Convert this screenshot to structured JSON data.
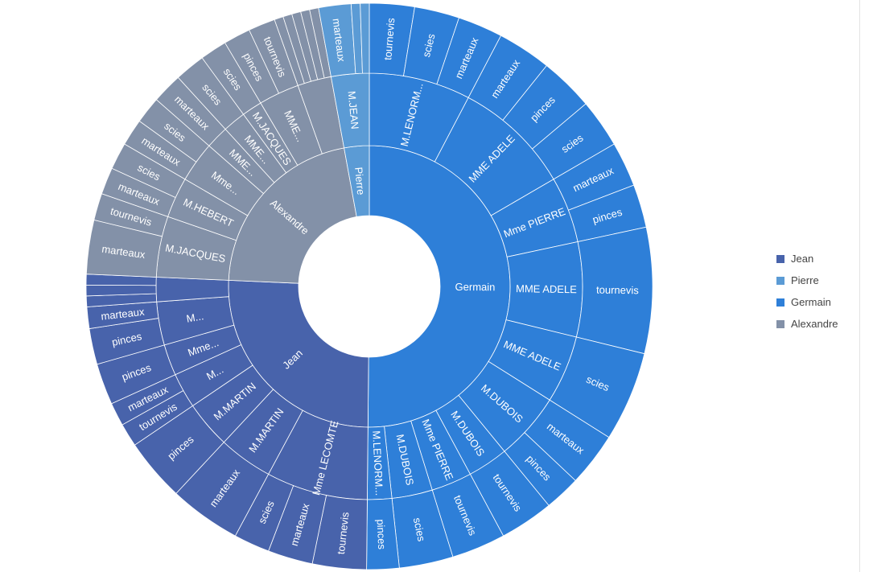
{
  "chart_data": {
    "type": "sunburst",
    "legend_position": "right",
    "colors": {
      "Jean": "#4863ab",
      "Pierre": "#5b9bd5",
      "Germain": "#2e7fd8",
      "Alexandre": "#8391a8"
    },
    "root": [
      {
        "name": "Germain",
        "children": [
          {
            "name": "M.LENORM...",
            "children": [
              {
                "name": "tournevis",
                "value": 2.5
              },
              {
                "name": "scies",
                "value": 2.5
              },
              {
                "name": "marteaux",
                "value": 2.5
              }
            ]
          },
          {
            "name": "MME ADELE",
            "children": [
              {
                "name": "marteaux",
                "value": 3
              },
              {
                "name": "pinces",
                "value": 3
              },
              {
                "name": "scies",
                "value": 2.7
              }
            ]
          },
          {
            "name": "Mme PIERRE",
            "children": [
              {
                "name": "marteaux",
                "value": 2.5
              },
              {
                "name": "pinces",
                "value": 2.4
              }
            ]
          },
          {
            "name": "MME ADELE",
            "children": [
              {
                "name": "tournevis",
                "value": 7
              }
            ]
          },
          {
            "name": "MME ADELE",
            "children": [
              {
                "name": "scies",
                "value": 5
              }
            ]
          },
          {
            "name": "M.DUBOIS",
            "children": [
              {
                "name": "marteaux",
                "value": 3
              },
              {
                "name": "pinces",
                "value": 2
              }
            ]
          },
          {
            "name": "M.DUBOIS",
            "children": [
              {
                "name": "tournevis",
                "value": 3
              }
            ]
          },
          {
            "name": "Mme PIERRE",
            "children": [
              {
                "name": "tournevis",
                "value": 3
              }
            ]
          },
          {
            "name": "M.DUBOIS",
            "children": [
              {
                "name": "scies",
                "value": 3
              }
            ]
          },
          {
            "name": "M.LENORM...",
            "children": [
              {
                "name": "pinces",
                "value": 1.8
              }
            ]
          }
        ]
      },
      {
        "name": "Jean",
        "children": [
          {
            "name": "Mme LECOMTE",
            "children": [
              {
                "name": "tournevis",
                "value": 3
              },
              {
                "name": "marteaux",
                "value": 2.5
              },
              {
                "name": "scies",
                "value": 2
              }
            ]
          },
          {
            "name": "M.MARTIN",
            "children": [
              {
                "name": "marteaux",
                "value": 4
              }
            ]
          },
          {
            "name": "M.MARTIN",
            "children": [
              {
                "name": "pinces",
                "value": 3.5
              }
            ]
          },
          {
            "name": "M...",
            "children": [
              {
                "name": "tournevis",
                "value": 1.3
              },
              {
                "name": "marteaux",
                "value": 1.3
              }
            ]
          },
          {
            "name": "Mme...",
            "children": [
              {
                "name": "pinces",
                "value": 2.3
              }
            ]
          },
          {
            "name": "M...",
            "children": [
              {
                "name": "pinces",
                "value": 2
              },
              {
                "name": "marteaux",
                "value": 1.2
              }
            ]
          },
          {
            "name": "",
            "children": [
              {
                "name": "",
                "value": 0.6
              },
              {
                "name": "",
                "value": 0.6
              },
              {
                "name": "",
                "value": 0.6
              }
            ]
          }
        ]
      },
      {
        "name": "Alexandre",
        "children": [
          {
            "name": "M.JACQUES",
            "children": [
              {
                "name": "marteaux",
                "value": 3
              },
              {
                "name": "tournevis",
                "value": 1.5
              }
            ]
          },
          {
            "name": "M.HEBERT",
            "children": [
              {
                "name": "marteaux",
                "value": 1.5
              },
              {
                "name": "scies",
                "value": 1.5
              }
            ]
          },
          {
            "name": "Mme...",
            "children": [
              {
                "name": "marteaux",
                "value": 1.5
              },
              {
                "name": "scies",
                "value": 1.5
              }
            ]
          },
          {
            "name": "MME...",
            "children": [
              {
                "name": "marteaux",
                "value": 1.7
              }
            ]
          },
          {
            "name": "MME...",
            "children": [
              {
                "name": "scies",
                "value": 1.7
              }
            ]
          },
          {
            "name": "M.JACQUES",
            "children": [
              {
                "name": "scies",
                "value": 1.5
              }
            ]
          },
          {
            "name": "MME...",
            "children": [
              {
                "name": "pinces",
                "value": 1.5
              },
              {
                "name": "tournevis",
                "value": 1.5
              }
            ]
          },
          {
            "name": "",
            "children": [
              {
                "name": "",
                "value": 0.5
              },
              {
                "name": "",
                "value": 0.5
              },
              {
                "name": "",
                "value": 0.5
              },
              {
                "name": "",
                "value": 0.5
              },
              {
                "name": "",
                "value": 0.5
              }
            ]
          }
        ]
      },
      {
        "name": "Pierre",
        "children": [
          {
            "name": "M.JEAN",
            "children": [
              {
                "name": "marteaux",
                "value": 1.8
              },
              {
                "name": "",
                "value": 0.5
              },
              {
                "name": "",
                "value": 0.5
              }
            ]
          }
        ]
      }
    ]
  },
  "legend": {
    "items": [
      {
        "label": "Jean"
      },
      {
        "label": "Pierre"
      },
      {
        "label": "Germain"
      },
      {
        "label": "Alexandre"
      }
    ]
  }
}
